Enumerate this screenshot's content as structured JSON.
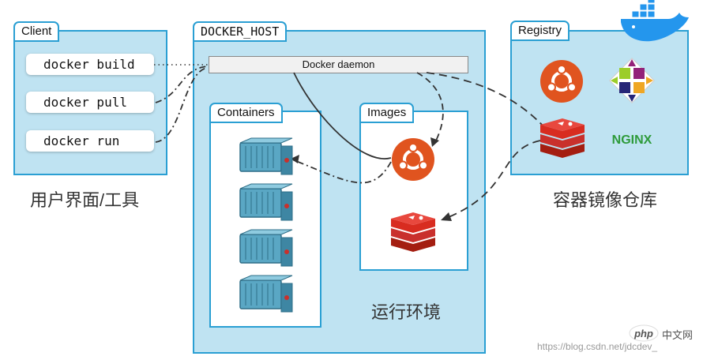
{
  "client": {
    "title": "Client",
    "commands": [
      "docker build",
      "docker pull",
      "docker run"
    ],
    "caption": "用户界面/工具"
  },
  "host": {
    "title": "DOCKER_HOST",
    "daemon_label": "Docker daemon",
    "containers_title": "Containers",
    "images_title": "Images",
    "caption": "运行环境"
  },
  "registry": {
    "title": "Registry",
    "nginx_label": "NGINX",
    "caption": "容器镜像仓库"
  },
  "watermark": {
    "badge": "php",
    "site": "中文网",
    "url": "https://blog.csdn.net/jdcdev_"
  },
  "colors": {
    "panel_fill": "#bfe3f2",
    "panel_border": "#2a9fd3",
    "ubuntu": "#e0541f",
    "redis": "#c9302c",
    "nginx": "#2e9b3b",
    "container": "#5aa7c4"
  },
  "icons": [
    "ubuntu-icon",
    "centos-icon",
    "redis-icon",
    "nginx-logo",
    "docker-whale-icon",
    "container-icon"
  ]
}
